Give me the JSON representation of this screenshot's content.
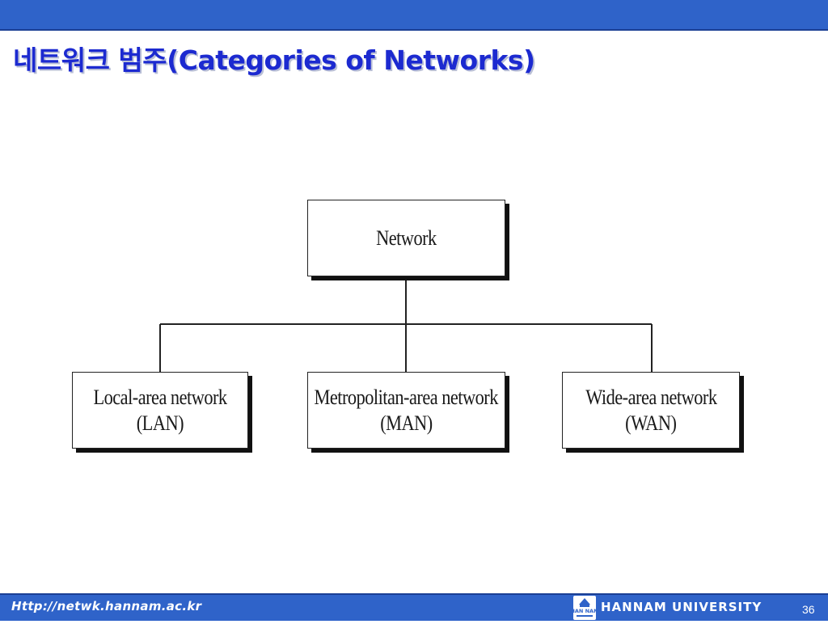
{
  "slide": {
    "title": "네트워크 범주(Categories of Networks)",
    "page_number": "36"
  },
  "diagram": {
    "root": {
      "label": "Network"
    },
    "children": [
      {
        "line1": "Local-area network",
        "line2": "(LAN)"
      },
      {
        "line1": "Metropolitan-area network",
        "line2": "(MAN)"
      },
      {
        "line1": "Wide-area network",
        "line2": "(WAN)"
      }
    ]
  },
  "footer": {
    "url": "Http://netwk.hannam.ac.kr",
    "logo_text": "HAN NAM",
    "university": "HANNAM  UNIVERSITY"
  },
  "colors": {
    "header_bar": "#2f63c9",
    "title_text": "#1c2ad0",
    "footer_text": "#ffffff"
  }
}
